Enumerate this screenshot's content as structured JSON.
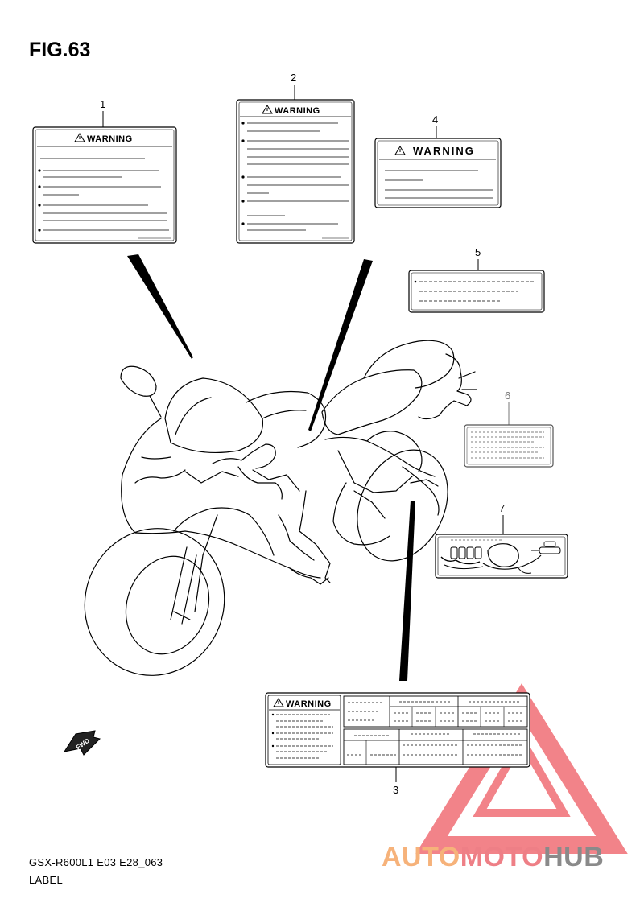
{
  "figure": {
    "title": "FIG.63",
    "code": "GSX-R600L1 E03 E28_063",
    "caption": "LABEL"
  },
  "callouts": [
    "1",
    "2",
    "3",
    "4",
    "5",
    "6",
    "7"
  ],
  "labels": {
    "warning_text": "WARNING",
    "fwd_text": "FWD"
  },
  "watermark": {
    "part1": "AUTO",
    "part2": "MOTO",
    "part3": "HUB",
    "colors": {
      "auto": "#f6b27a",
      "moto": "#ee7f86",
      "hub": "#8a8a8a",
      "triangle": "#e8434b"
    }
  }
}
